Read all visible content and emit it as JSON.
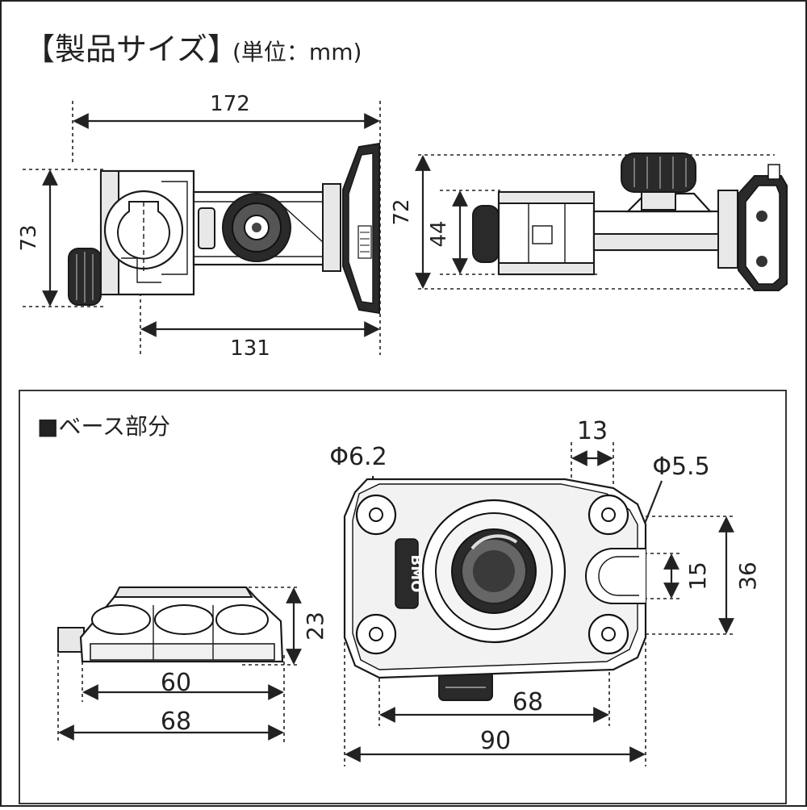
{
  "title": {
    "main": "【製品サイズ】",
    "unit": "(単位：mm)"
  },
  "base_section": {
    "heading": "■ベース部分"
  },
  "dimensions": {
    "overall_length": "172",
    "mount_length": "131",
    "clamp_height": "73",
    "side_total_height": "72",
    "side_clamp_height": "44",
    "base_height": "23",
    "base_width_inner": "60",
    "base_width_outer": "68",
    "hole_diameter_small": "Φ6.2",
    "slot_offset": "13",
    "hole_diameter_slot": "Φ5.5",
    "slot_width": "15",
    "hole_pitch_vertical": "36",
    "hole_pitch_horizontal": "68",
    "base_total_width": "90"
  },
  "logo_text": "BMO"
}
